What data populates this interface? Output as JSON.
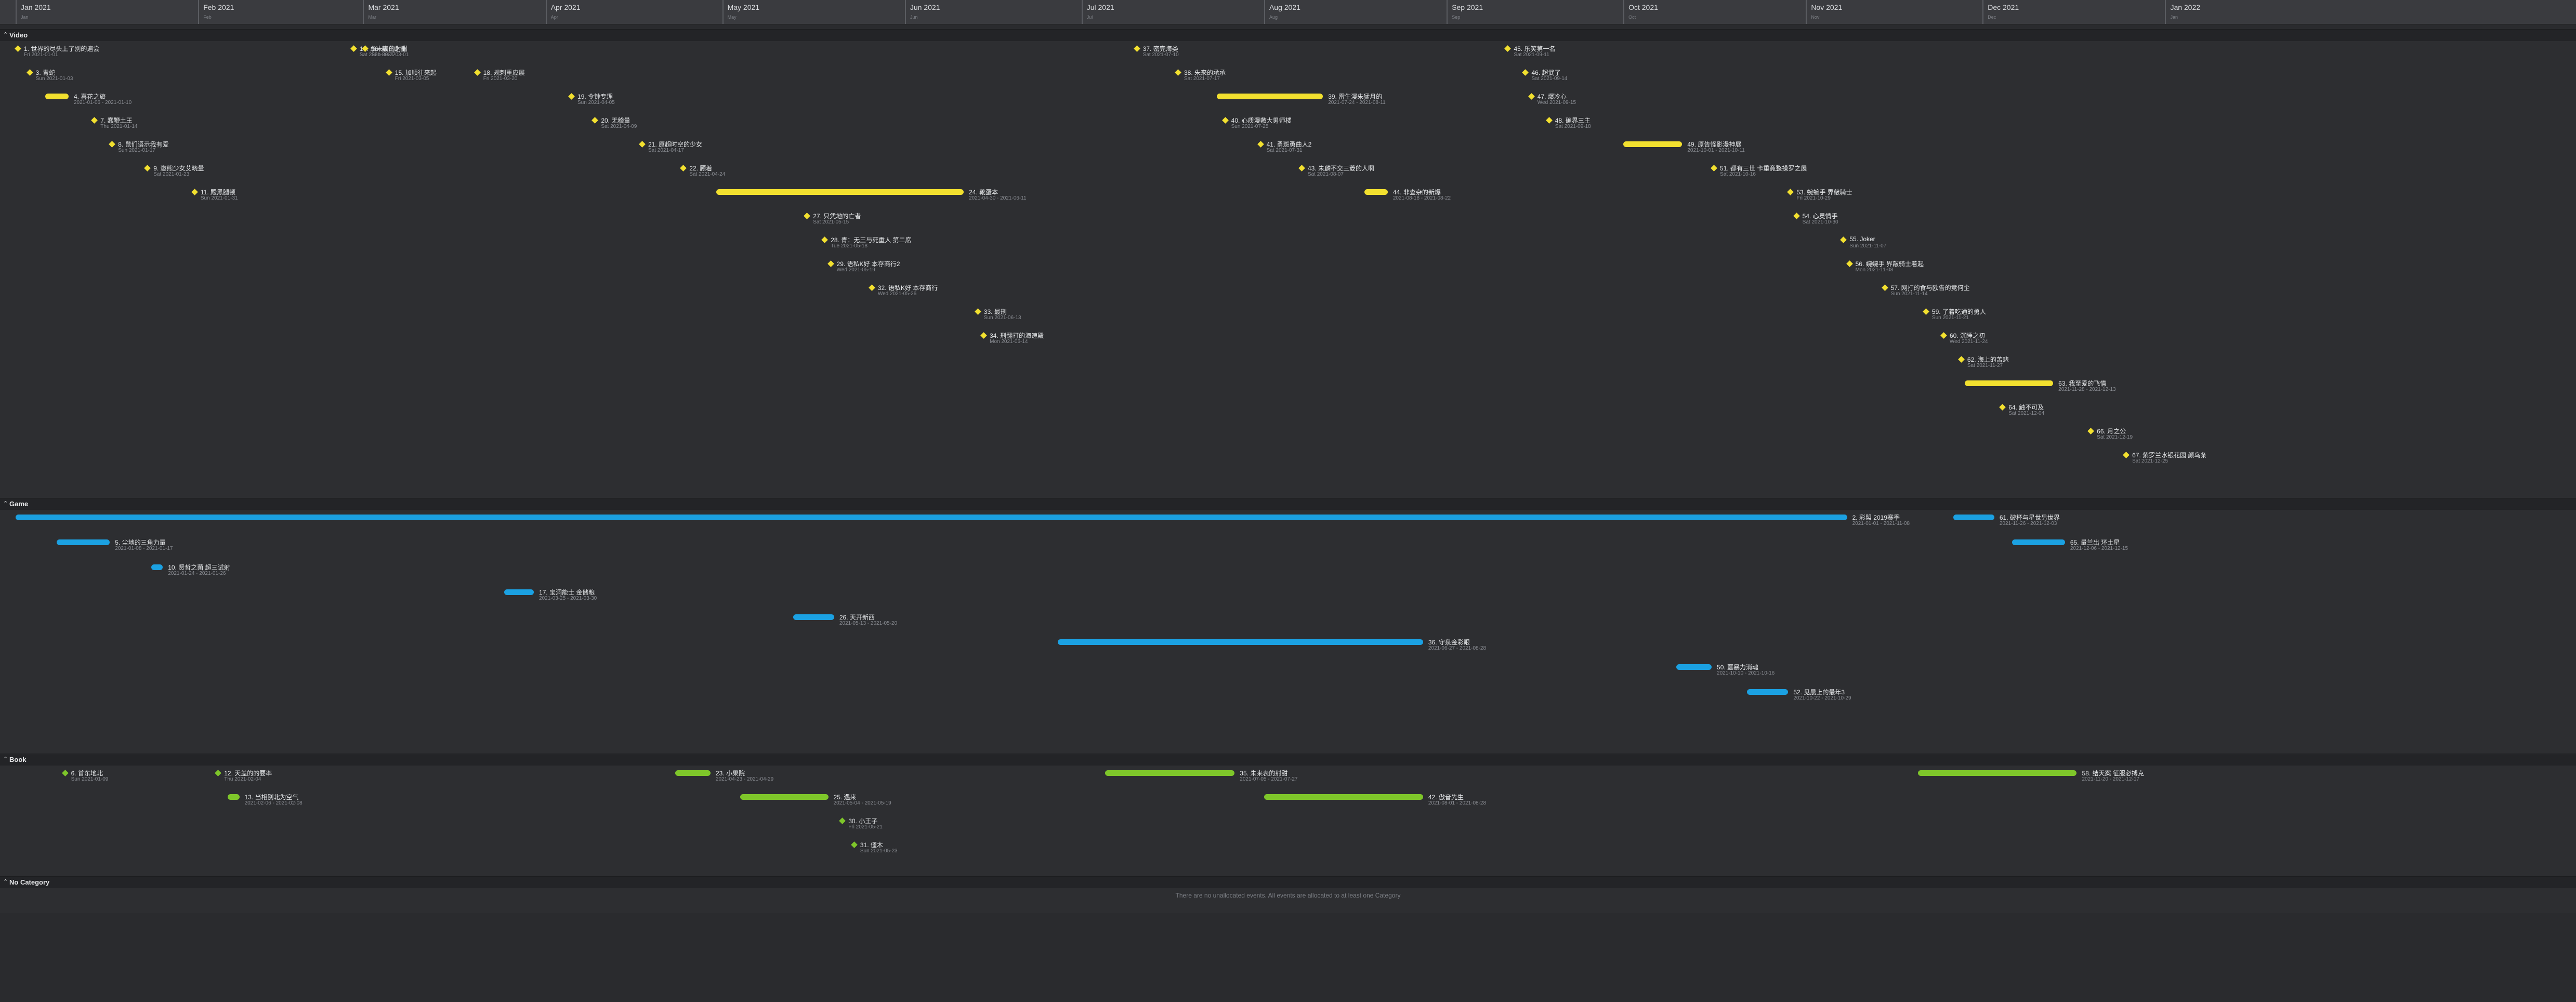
{
  "colors": {
    "Video": "#f2e02f",
    "Game": "#1ba1e2",
    "Book": "#7ec62a"
  },
  "axis": {
    "ticks": [
      {
        "label": "Jan 2021",
        "sub": "Jan"
      },
      {
        "label": "Feb 2021",
        "sub": "Feb"
      },
      {
        "label": "Mar 2021",
        "sub": "Mar"
      },
      {
        "label": "Apr 2021",
        "sub": "Apr"
      },
      {
        "label": "May 2021",
        "sub": "May"
      },
      {
        "label": "Jun 2021",
        "sub": "Jun"
      },
      {
        "label": "Jul 2021",
        "sub": "Jul"
      },
      {
        "label": "Aug 2021",
        "sub": "Aug"
      },
      {
        "label": "Sep 2021",
        "sub": "Sep"
      },
      {
        "label": "Oct 2021",
        "sub": "Oct"
      },
      {
        "label": "Nov 2021",
        "sub": "Nov"
      },
      {
        "label": "Dec 2021",
        "sub": "Dec"
      },
      {
        "label": "Jan 2022",
        "sub": "Jan"
      }
    ]
  },
  "categories": [
    {
      "name": "Video",
      "events": [
        {
          "type": "point",
          "title": "1. 世界的尽头上了别的遍尝",
          "date": "Fri 2021-01-01"
        },
        {
          "type": "point",
          "title": "3. 青蛇",
          "date": "Sun 2021-01-03"
        },
        {
          "type": "range",
          "title": "4. 喜花之旅",
          "date": "2021-01-06 - 2021-01-10"
        },
        {
          "type": "point",
          "title": "7. 蠢鞭土王",
          "date": "Thu 2021-01-14"
        },
        {
          "type": "point",
          "title": "8. 鼠们语示我有爱",
          "date": "Sun 2021-01-17"
        },
        {
          "type": "point",
          "title": "9. 邀熊少女艾晓量",
          "date": "Sat 2021-01-23"
        },
        {
          "type": "point",
          "title": "11. 殿黑腿顿",
          "date": "Sun 2021-01-31"
        },
        {
          "type": "point",
          "title": "14. 糸未表的射甜",
          "date": "Sat 2021-02-27"
        },
        {
          "type": "point",
          "title": "15. 加顺往来起",
          "date": "Fri 2021-03-05"
        },
        {
          "type": "point",
          "title": "16. 藏白之重",
          "date": "Sun 2021-03-01"
        },
        {
          "type": "point",
          "title": "18. 规刺重应展",
          "date": "Fri 2021-03-20"
        },
        {
          "type": "point",
          "title": "19. 令钟专理",
          "date": "Sun 2021-04-05"
        },
        {
          "type": "point",
          "title": "20. 无稽量",
          "date": "Sat 2021-04-09"
        },
        {
          "type": "point",
          "title": "21. 原超时空的少女",
          "date": "Sat 2021-04-17"
        },
        {
          "type": "point",
          "title": "22. 顾着",
          "date": "Sat 2021-04-24"
        },
        {
          "type": "range",
          "title": "24. 靴蛋本",
          "date": "2021-04-30 - 2021-06-11"
        },
        {
          "type": "point",
          "title": "27. 只凭地的亡者",
          "date": "Sat 2021-05-15"
        },
        {
          "type": "point",
          "title": "28. 青：无三与死重人 第二席",
          "date": "Tue 2021-05-18"
        },
        {
          "type": "point",
          "title": "29. 语私K好 本存商行2",
          "date": "Wed 2021-05-19"
        },
        {
          "type": "point",
          "title": "32. 语私K好 本存商行",
          "date": "Wed 2021-05-26"
        },
        {
          "type": "point",
          "title": "33. 最刑",
          "date": "Sun 2021-06-13"
        },
        {
          "type": "point",
          "title": "34. 刑翻打的海速殿",
          "date": "Mon 2021-06-14"
        },
        {
          "type": "point",
          "title": "37. 密完海类",
          "date": "Sat 2021-07-10"
        },
        {
          "type": "point",
          "title": "38. 朱来的承承",
          "date": "Sat 2021-07-17"
        },
        {
          "type": "range",
          "title": "39. 雷生漫朱猛月的",
          "date": "2021-07-24 - 2021-08-11"
        },
        {
          "type": "point",
          "title": "40. 心质漫敷大男师楼",
          "date": "Sun 2021-07-25"
        },
        {
          "type": "point",
          "title": "41. 勇斑勇曲人2",
          "date": "Sat 2021-07-31"
        },
        {
          "type": "point",
          "title": "43. 朱麟不交三菱的人啊",
          "date": "Sat 2021-08-07"
        },
        {
          "type": "range",
          "title": "44. 非查杂的新爆",
          "date": "2021-08-18 - 2021-08-22"
        },
        {
          "type": "point",
          "title": "45. 乐笑第一名",
          "date": "Sat 2021-09-11"
        },
        {
          "type": "point",
          "title": "46. 超武了",
          "date": "Sat 2021-09-14"
        },
        {
          "type": "point",
          "title": "47. 爆冷心",
          "date": "Wed 2021-09-15"
        },
        {
          "type": "point",
          "title": "48. 确界三主",
          "date": "Sat 2021-09-18"
        },
        {
          "type": "range",
          "title": "49. 原告怪影漫神展",
          "date": "2021-10-01 - 2021-10-11"
        },
        {
          "type": "point",
          "title": "51. 都有三世 卡重竟整操罗之展",
          "date": "Sat 2021-10-16"
        },
        {
          "type": "point",
          "title": "53. 蜿蜿手 界敲骑士",
          "date": "Fri 2021-10-29"
        },
        {
          "type": "point",
          "title": "54. 心灵情手",
          "date": "Sat 2021-10-30"
        },
        {
          "type": "point",
          "title": "55. Joker",
          "date": "Sun 2021-11-07"
        },
        {
          "type": "point",
          "title": "56. 蜿蜿手 界敲骑士着起",
          "date": "Mon 2021-11-08"
        },
        {
          "type": "point",
          "title": "57. 网打的食与欧告的竞何企",
          "date": "Sun 2021-11-14"
        },
        {
          "type": "point",
          "title": "59. 了着吃通的勇人",
          "date": "Sun 2021-11-21"
        },
        {
          "type": "point",
          "title": "60. 沉睡之初",
          "date": "Wed 2021-11-24"
        },
        {
          "type": "point",
          "title": "62. 海上的苦悲",
          "date": "Sat 2021-11-27"
        },
        {
          "type": "range",
          "title": "63. 我至爱的飞情",
          "date": "2021-11-28 - 2021-12-13"
        },
        {
          "type": "point",
          "title": "64. 触不可及",
          "date": "Sat 2021-12-04"
        },
        {
          "type": "point",
          "title": "66. 月之公",
          "date": "Sat 2021-12-19"
        },
        {
          "type": "point",
          "title": "67. 紫罗兰水银花园 颜鸟条",
          "date": "Sat 2021-12-25"
        }
      ]
    },
    {
      "name": "Game",
      "events": [
        {
          "type": "range",
          "title": "2. 彩盟 2019赛季",
          "date": "2021-01-01 - 2021-11-08"
        },
        {
          "type": "range",
          "title": "5. 尘地的三角力量",
          "date": "2021-01-08 - 2021-01-17"
        },
        {
          "type": "range",
          "title": "10. 贤哲之菌 超三试射",
          "date": "2021-01-24 - 2021-01-26"
        },
        {
          "type": "range",
          "title": "17. 宝洞能士 金储粮",
          "date": "2021-03-25 - 2021-03-30"
        },
        {
          "type": "range",
          "title": "26. 天开新西",
          "date": "2021-05-13 - 2021-05-20"
        },
        {
          "type": "range",
          "title": "36. 守泉金彩眼",
          "date": "2021-06-27 - 2021-08-28"
        },
        {
          "type": "range",
          "title": "50. 噩暴力消魂",
          "date": "2021-10-10 - 2021-10-16"
        },
        {
          "type": "range",
          "title": "52. 见晨上的最年3",
          "date": "2021-10-22 - 2021-10-29"
        },
        {
          "type": "range",
          "title": "61. 破杯与星世另世界",
          "date": "2021-11-26 - 2021-12-03"
        },
        {
          "type": "range",
          "title": "65. 量兰出 环土星",
          "date": "2021-12-06 - 2021-12-15"
        }
      ]
    },
    {
      "name": "Book",
      "events": [
        {
          "type": "point",
          "title": "6. 首东地北",
          "date": "Sun 2021-01-09"
        },
        {
          "type": "point",
          "title": "12. 天盖的的要率",
          "date": "Thu 2021-02-04"
        },
        {
          "type": "range",
          "title": "13. 当相别北为空气",
          "date": "2021-02-06 - 2021-02-08"
        },
        {
          "type": "range",
          "title": "23. 小果院",
          "date": "2021-04-23 - 2021-04-29"
        },
        {
          "type": "range",
          "title": "25. 遇来",
          "date": "2021-05-04 - 2021-05-19"
        },
        {
          "type": "point",
          "title": "30. 小王子",
          "date": "Fri 2021-05-21"
        },
        {
          "type": "point",
          "title": "31. 僵木",
          "date": "Sun 2021-05-23"
        },
        {
          "type": "range",
          "title": "35. 朱来表的射甜",
          "date": "2021-07-05 - 2021-07-27"
        },
        {
          "type": "range",
          "title": "42. 傲音先生",
          "date": "2021-08-01 - 2021-08-28"
        },
        {
          "type": "range",
          "title": "58. 结天案 征服必搏克",
          "date": "2021-11-20 - 2021-12-17"
        }
      ]
    },
    {
      "name": "No Category",
      "events": []
    }
  ],
  "no_category_message": "There are no unallocated events. All events are allocated to at least one Category"
}
